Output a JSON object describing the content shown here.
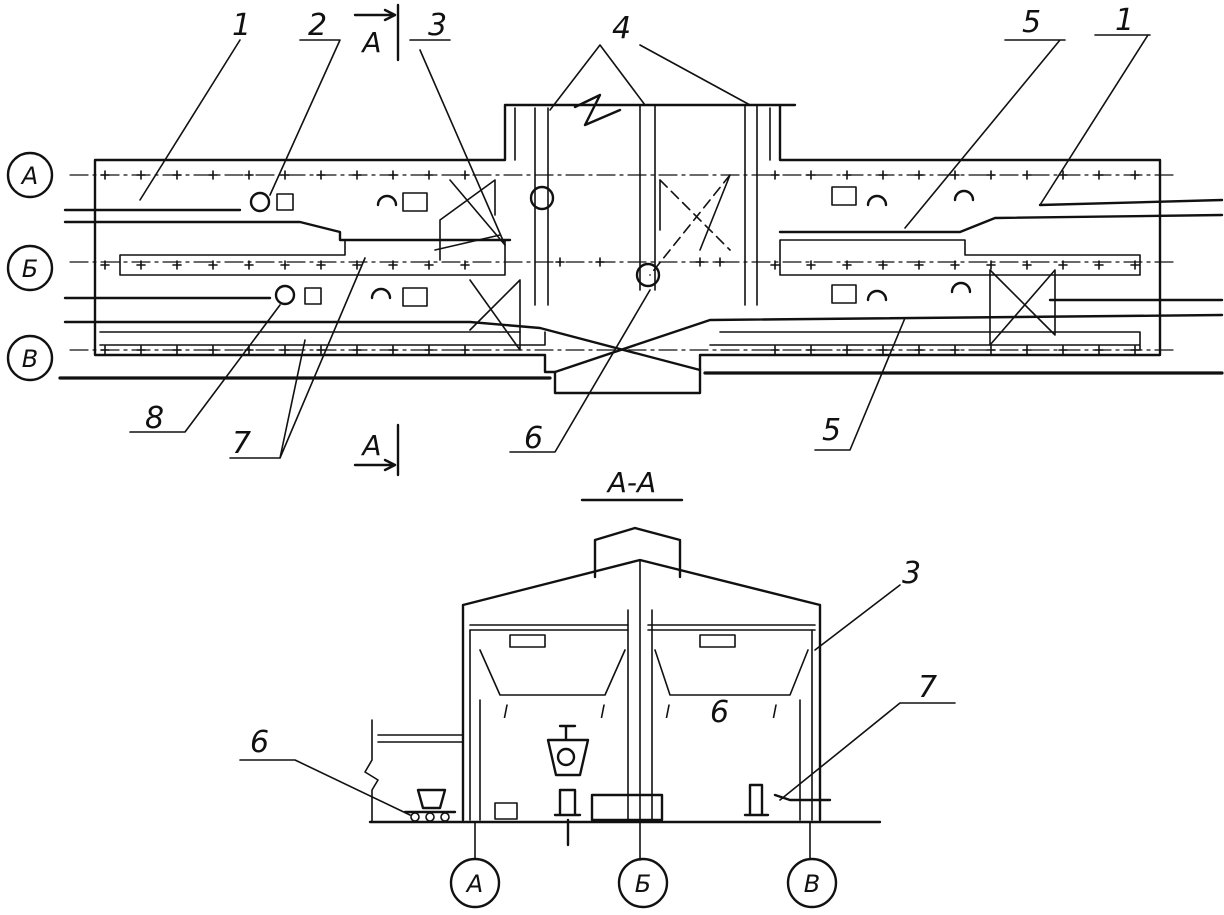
{
  "plan": {
    "axes": {
      "a": "А",
      "b": "Б",
      "v": "В"
    },
    "callouts": {
      "c1_left": "1",
      "c2": "2",
      "c3": "3",
      "c4": "4",
      "c5_top": "5",
      "c1_right": "1",
      "c8": "8",
      "c7": "7",
      "c6": "6",
      "c5_bottom": "5"
    },
    "section_mark_top": "А",
    "section_mark_bottom": "А"
  },
  "section": {
    "title": "А-А",
    "callouts": {
      "c3": "3",
      "c6": "6",
      "c7": "7"
    },
    "axes": {
      "a": "А",
      "b": "Б",
      "v": "В"
    },
    "crane_hooks": [
      "l",
      "l",
      "l",
      "l"
    ],
    "bay_mark": "6"
  }
}
